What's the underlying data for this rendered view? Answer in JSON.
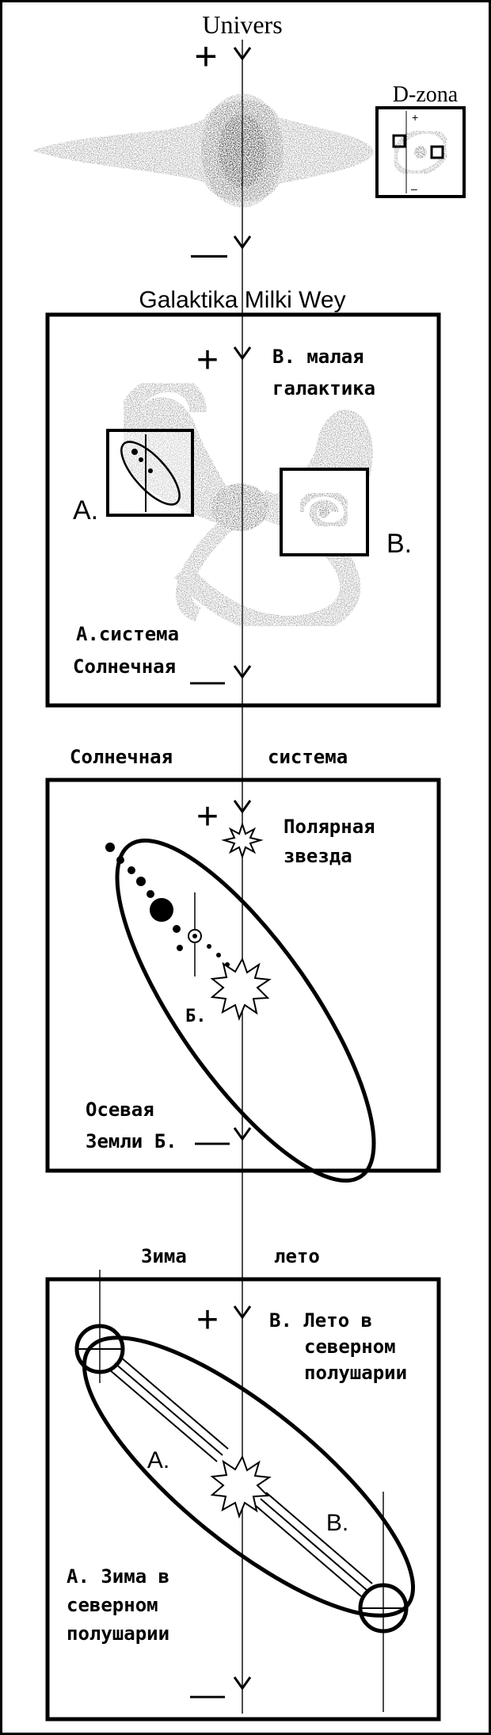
{
  "header": {
    "title": "Univers",
    "dzone_label": "D-zona",
    "plus": "+",
    "minus": "—",
    "dzone_minus": "–"
  },
  "galaxy": {
    "title": "Galaktika Milki Wey",
    "plus": "+",
    "minus": "—",
    "label_b_line1": "В. малая",
    "label_b_line2": "галактика",
    "label_a": "А.",
    "label_b": "В.",
    "label_a_line1": "А.система",
    "label_a_line2": "Солнечная"
  },
  "solar": {
    "title_left": "Солнечная",
    "title_right": "система",
    "plus": "+",
    "minus": "—",
    "polar_line1": "Полярная",
    "polar_line2": "звезда",
    "label_b": "Б.",
    "axis_line1": "Осевая",
    "axis_line2": "Земли Б."
  },
  "seasons": {
    "title_left": "Зима",
    "title_right": "лето",
    "plus": "+",
    "minus": "—",
    "summer_line1": "В. Лето в",
    "summer_line2": "северном",
    "summer_line3": "полушарии",
    "label_a": "А.",
    "label_b": "В.",
    "winter_line1": "А. Зима в",
    "winter_line2": "северном",
    "winter_line3": "полушарии"
  }
}
